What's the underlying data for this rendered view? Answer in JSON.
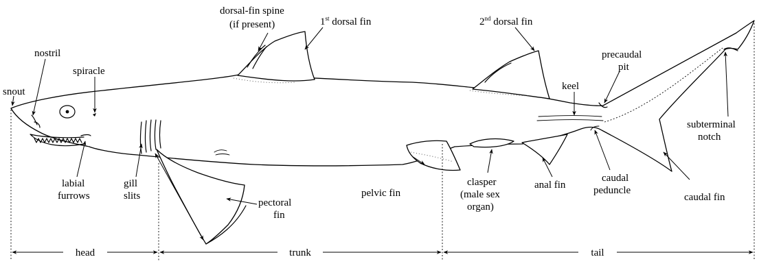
{
  "labels": {
    "snout": "snout",
    "nostril": "nostril",
    "spiracle": "spiracle",
    "dorsal_spine_1": "dorsal-fin spine",
    "dorsal_spine_2": "(if present)",
    "first_dorsal_num": "1",
    "first_dorsal_sup": "st",
    "first_dorsal_rest": " dorsal fin",
    "second_dorsal_num": "2",
    "second_dorsal_sup": "nd",
    "second_dorsal_rest": " dorsal fin",
    "precaudal_1": "precaudal",
    "precaudal_2": "pit",
    "keel": "keel",
    "subterminal_1": "subterminal",
    "subterminal_2": "notch",
    "labial_1": "labial",
    "labial_2": "furrows",
    "gill_1": "gill",
    "gill_2": "slits",
    "pectoral_1": "pectoral",
    "pectoral_2": "fin",
    "pelvic": "pelvic fin",
    "clasper_1": "clasper",
    "clasper_2": "(male sex",
    "clasper_3": "organ)",
    "anal": "anal fin",
    "peduncle_1": "caudal",
    "peduncle_2": "peduncle",
    "caudal": "caudal fin"
  },
  "regions": {
    "head": "head",
    "trunk": "trunk",
    "tail": "tail"
  }
}
